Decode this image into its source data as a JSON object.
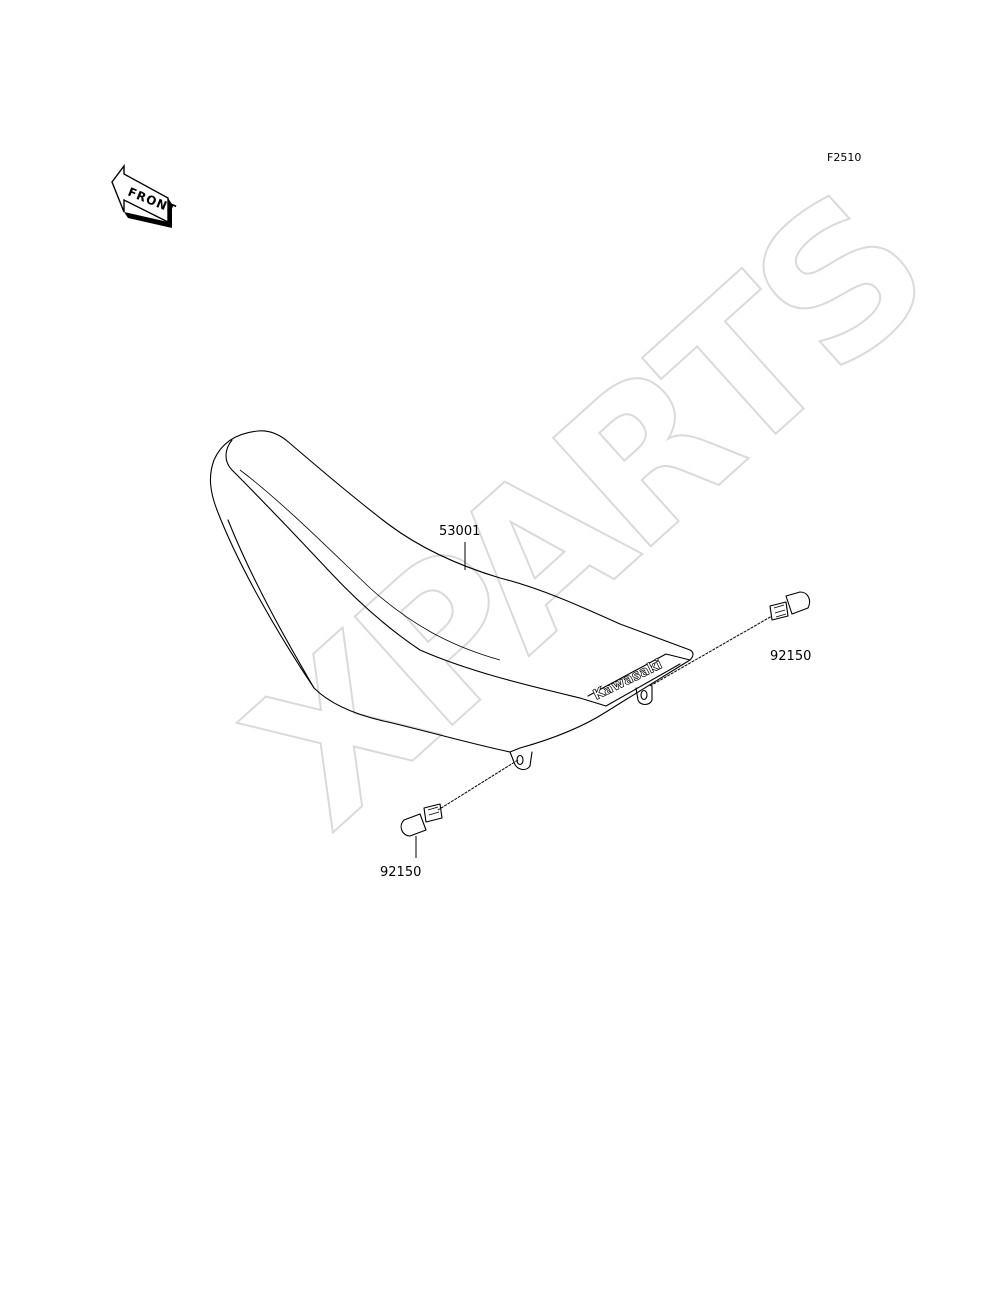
{
  "figure_code": "F2510",
  "front_arrow_text": "FRONT",
  "watermark_text": "XPARTS",
  "seat_logo_text": "Kawasaki",
  "callouts": {
    "seat": "53001",
    "bolt_right": "92150",
    "bolt_left": "92150"
  }
}
